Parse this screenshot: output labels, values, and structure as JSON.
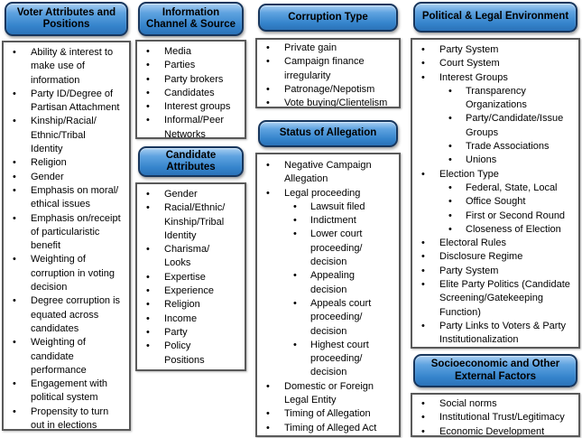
{
  "icons": {
    "bullet": "•"
  },
  "colors": {
    "header_gradient_top": "#a9cff2",
    "header_gradient_bottom": "#2b72b8",
    "header_border": "#17365d",
    "box_border": "#595959",
    "text": "#000000",
    "background": "#ffffff"
  },
  "columns": [
    {
      "sections": [
        {
          "slug": "voter-attributes-and-positions",
          "header": "Voter Attributes and\nPositions",
          "items": [
            {
              "l": 1,
              "t": "Ability & interest to\nmake use of\ninformation"
            },
            {
              "l": 1,
              "t": "Party ID/Degree of\nPartisan Attachment"
            },
            {
              "l": 1,
              "t": "Kinship/Racial/\nEthnic/Tribal\nIdentity"
            },
            {
              "l": 1,
              "t": "Religion"
            },
            {
              "l": 1,
              "t": "Gender"
            },
            {
              "l": 1,
              "t": "Emphasis on moral/\nethical issues"
            },
            {
              "l": 1,
              "t": "Emphasis on/receipt\nof particularistic\nbenefit"
            },
            {
              "l": 1,
              "t": "Weighting of\ncorruption in voting\ndecision"
            },
            {
              "l": 1,
              "t": "Degree corruption is\nequated across\ncandidates"
            },
            {
              "l": 1,
              "t": "Weighting of\ncandidate\nperformance"
            },
            {
              "l": 1,
              "t": "Engagement with\npolitical system"
            },
            {
              "l": 1,
              "t": "Propensity to turn\nout in elections"
            }
          ]
        }
      ]
    },
    {
      "sections": [
        {
          "slug": "information-channel-and-source",
          "header": "Information\nChannel & Source",
          "items": [
            {
              "l": 1,
              "t": "Media"
            },
            {
              "l": 1,
              "t": "Parties"
            },
            {
              "l": 1,
              "t": "Party brokers"
            },
            {
              "l": 1,
              "t": "Candidates"
            },
            {
              "l": 1,
              "t": "Interest groups"
            },
            {
              "l": 1,
              "t": "Informal/Peer\nNetworks"
            }
          ]
        },
        {
          "slug": "candidate-attributes",
          "header": "Candidate\nAttributes",
          "items": [
            {
              "l": 1,
              "t": "Gender"
            },
            {
              "l": 1,
              "t": "Racial/Ethnic/\nKinship/Tribal\nIdentity"
            },
            {
              "l": 1,
              "t": "Charisma/\nLooks"
            },
            {
              "l": 1,
              "t": "Expertise"
            },
            {
              "l": 1,
              "t": "Experience"
            },
            {
              "l": 1,
              "t": "Religion"
            },
            {
              "l": 1,
              "t": "Income"
            },
            {
              "l": 1,
              "t": "Party"
            },
            {
              "l": 1,
              "t": "Policy\nPositions"
            }
          ]
        }
      ]
    },
    {
      "sections": [
        {
          "slug": "corruption-type",
          "header": "Corruption Type",
          "items": [
            {
              "l": 1,
              "t": "Private gain"
            },
            {
              "l": 1,
              "t": "Campaign finance\nirregularity"
            },
            {
              "l": 1,
              "t": "Patronage/Nepotism"
            },
            {
              "l": 1,
              "t": "Vote buying/Clientelism"
            }
          ]
        },
        {
          "slug": "status-of-allegation",
          "header": "Status of Allegation",
          "items": [
            {
              "l": 1,
              "t": "Negative Campaign\nAllegation"
            },
            {
              "l": 1,
              "t": "Legal proceeding"
            },
            {
              "l": 2,
              "t": "Lawsuit filed"
            },
            {
              "l": 2,
              "t": "Indictment"
            },
            {
              "l": 2,
              "t": "Lower court\nproceeding/\ndecision"
            },
            {
              "l": 2,
              "t": "Appealing\ndecision"
            },
            {
              "l": 2,
              "t": "Appeals court\nproceeding/\ndecision"
            },
            {
              "l": 2,
              "t": "Highest court\nproceeding/\ndecision"
            },
            {
              "l": 1,
              "t": "Domestic or Foreign\nLegal Entity"
            },
            {
              "l": 1,
              "t": "Timing of Allegation"
            },
            {
              "l": 1,
              "t": "Timing of Alleged Act"
            }
          ]
        }
      ]
    },
    {
      "sections": [
        {
          "slug": "political-and-legal-environment",
          "header": "Political & Legal Environment",
          "items": [
            {
              "l": 1,
              "t": "Party System"
            },
            {
              "l": 1,
              "t": "Court System"
            },
            {
              "l": 1,
              "t": "Interest Groups"
            },
            {
              "l": 2,
              "t": "Transparency\nOrganizations"
            },
            {
              "l": 2,
              "t": "Party/Candidate/Issue\nGroups"
            },
            {
              "l": 2,
              "t": "Trade Associations"
            },
            {
              "l": 2,
              "t": "Unions"
            },
            {
              "l": 1,
              "t": "Election Type"
            },
            {
              "l": 2,
              "t": "Federal, State, Local"
            },
            {
              "l": 2,
              "t": "Office Sought"
            },
            {
              "l": 2,
              "t": "First or Second Round"
            },
            {
              "l": 2,
              "t": "Closeness of Election"
            },
            {
              "l": 1,
              "t": "Electoral Rules"
            },
            {
              "l": 1,
              "t": "Disclosure Regime"
            },
            {
              "l": 1,
              "t": "Party System"
            },
            {
              "l": 1,
              "t": "Elite Party Politics (Candidate\nScreening/Gatekeeping\nFunction)"
            },
            {
              "l": 1,
              "t": "Party Links to Voters & Party\nInstitutionalization"
            }
          ]
        },
        {
          "slug": "socioeconomic-and-other-external-factors",
          "header": "Socioeconomic and Other\nExternal Factors",
          "items": [
            {
              "l": 1,
              "t": "Social norms"
            },
            {
              "l": 1,
              "t": "Institutional Trust/Legitimacy"
            },
            {
              "l": 1,
              "t": "Economic Development"
            }
          ]
        }
      ]
    }
  ]
}
